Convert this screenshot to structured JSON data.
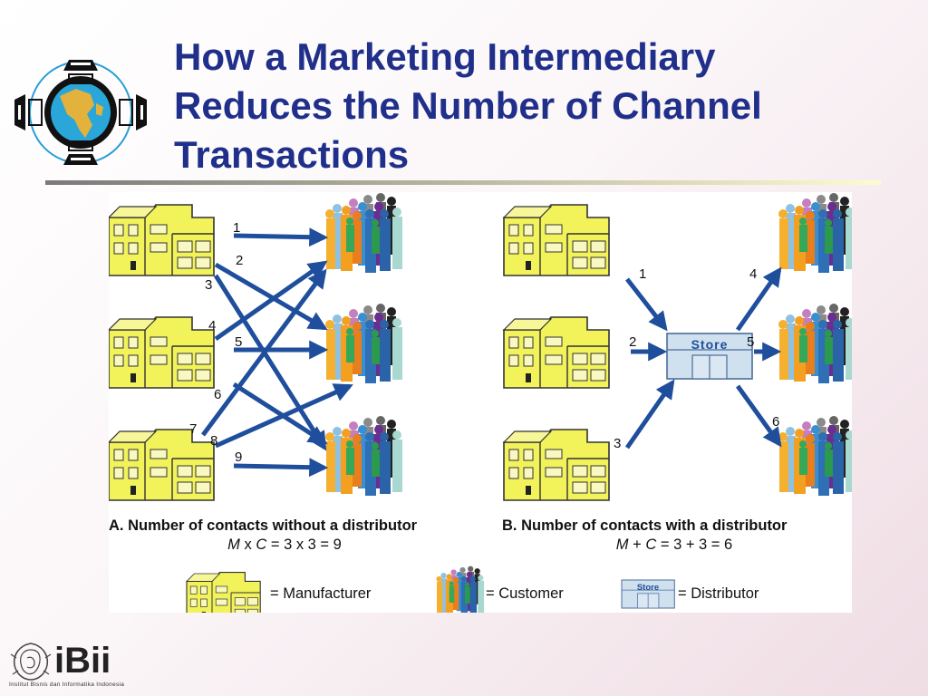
{
  "slide": {
    "title_lines": [
      "How a Marketing Intermediary",
      "Reduces the Number of Channel",
      "Transactions"
    ]
  },
  "diagram_a": {
    "caption": "A. Number of contacts without a distributor",
    "formula": {
      "m": "M",
      "mid": " x ",
      "c": "C",
      "rest": " = 3 x 3 = 9"
    },
    "arrow_labels": [
      "1",
      "2",
      "3",
      "4",
      "5",
      "6",
      "7",
      "8",
      "9"
    ]
  },
  "diagram_b": {
    "caption": "B. Number of contacts with a distributor",
    "formula": {
      "m": "M",
      "mid": " + ",
      "c": "C",
      "rest": " = 3 + 3 = 6"
    },
    "arrow_labels": [
      "1",
      "2",
      "3",
      "4",
      "5",
      "6"
    ],
    "store_label": "Store"
  },
  "legend": {
    "manufacturer": "= Manufacturer",
    "customer": "= Customer",
    "distributor": "= Distributor",
    "store_label": "Store"
  },
  "branding": {
    "logo_text": "iBii",
    "tagline": "Institut Bisnis dan Informatika Indonesia"
  },
  "colors": {
    "title": "#1f2f8a",
    "arrow": "#1f4e9c",
    "building": "#f2f25a",
    "store": "#cfe0ee"
  }
}
